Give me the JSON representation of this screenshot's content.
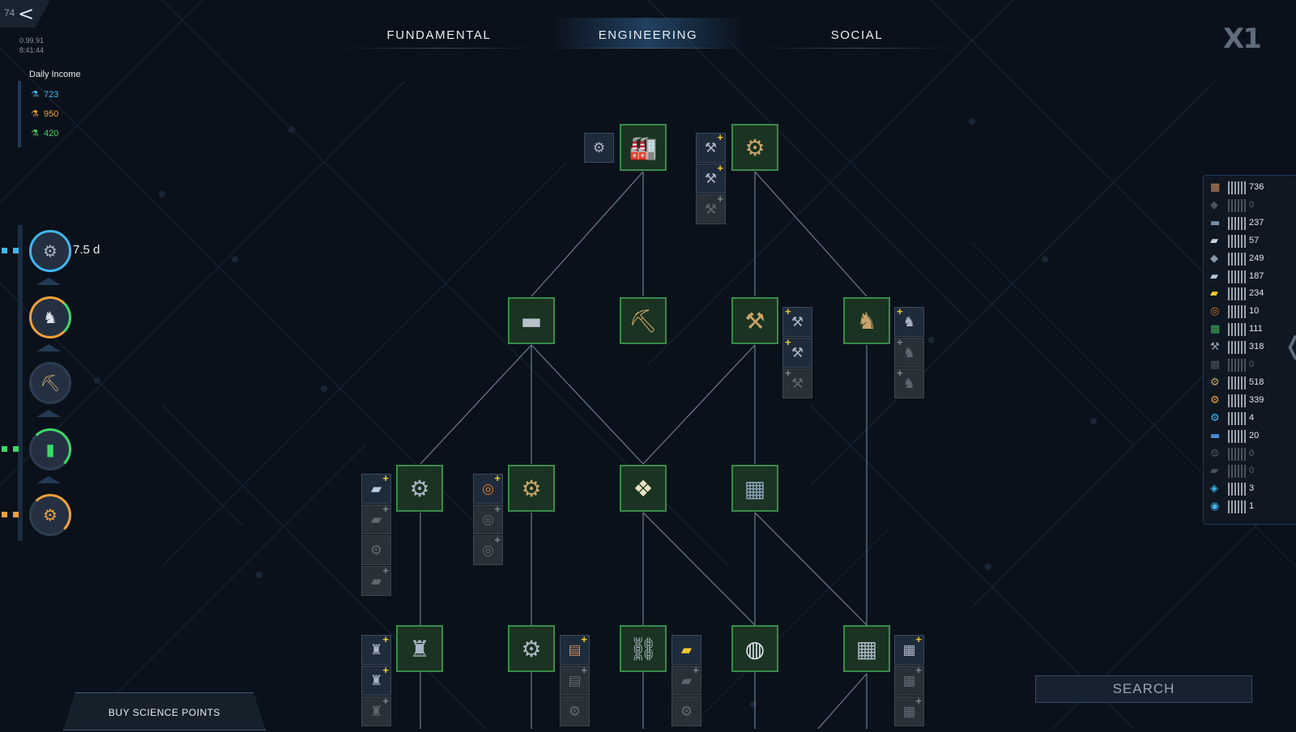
{
  "header": {
    "back_number": "74",
    "version": "0.99.91",
    "clock": "8:41:44",
    "logo": "X1"
  },
  "tabs": [
    {
      "label": "FUNDAMENTAL",
      "active": false
    },
    {
      "label": "ENGINEERING",
      "active": true
    },
    {
      "label": "SOCIAL",
      "active": false
    }
  ],
  "daily_income": {
    "title": "Daily Income",
    "rows": [
      {
        "value": "723",
        "color": "#3fb6f0"
      },
      {
        "value": "950",
        "color": "#f0a03a"
      },
      {
        "value": "420",
        "color": "#3ed86a"
      }
    ]
  },
  "research_queue": {
    "current_time": "7.5 d",
    "items": [
      {
        "icon": "engine-module-icon",
        "ring_color": "#3fb6f0",
        "progress": 0.95
      },
      {
        "icon": "robot-arm-icon",
        "ring_color": "#f0a03a",
        "progress": 0.9
      },
      {
        "icon": "drill-vehicle-icon",
        "ring_color": "#2d3d51",
        "progress": 0
      },
      {
        "icon": "green-battery-icon",
        "ring_color": "#3ed86a",
        "progress": 0.35
      },
      {
        "icon": "orange-engine-icon",
        "ring_color": "#f0a03a",
        "progress": 0.3
      }
    ]
  },
  "resources": [
    {
      "icon": "wood-crate-icon",
      "value": "736"
    },
    {
      "icon": "coal-icon",
      "value": "0"
    },
    {
      "icon": "steel-beam-icon",
      "value": "237"
    },
    {
      "icon": "pipes-icon",
      "value": "57"
    },
    {
      "icon": "ore-icon",
      "value": "249"
    },
    {
      "icon": "concrete-block-icon",
      "value": "187"
    },
    {
      "icon": "gold-bar-icon",
      "value": "234"
    },
    {
      "icon": "copper-wire-icon",
      "value": "10"
    },
    {
      "icon": "circuit-board-icon",
      "value": "111"
    },
    {
      "icon": "tool-icon",
      "value": "318"
    },
    {
      "icon": "green-chip-icon",
      "value": "0"
    },
    {
      "icon": "machine-parts-icon",
      "value": "518"
    },
    {
      "icon": "orange-parts-icon",
      "value": "339"
    },
    {
      "icon": "blue-parts-icon",
      "value": "4"
    },
    {
      "icon": "blue-tube-icon",
      "value": "20"
    },
    {
      "icon": "dark-gear-icon",
      "value": "0"
    },
    {
      "icon": "dark-panel-icon",
      "value": "0"
    },
    {
      "icon": "blue-device-icon",
      "value": "3"
    },
    {
      "icon": "blue-orb-icon",
      "value": "1"
    }
  ],
  "buttons": {
    "buy_science": "BUY SCIENCE POINTS",
    "search_placeholder": "SEARCH"
  }
}
